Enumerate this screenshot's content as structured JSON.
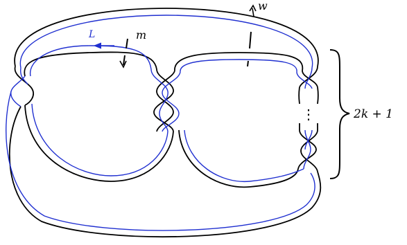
{
  "labels": {
    "L": "L",
    "m": "m",
    "w": "w",
    "brace": "2k + 1",
    "ellipsis": "⋮"
  },
  "colors": {
    "black_strand": "#000000",
    "blue_strand": "#1f2fd0",
    "background": "#ffffff"
  }
}
